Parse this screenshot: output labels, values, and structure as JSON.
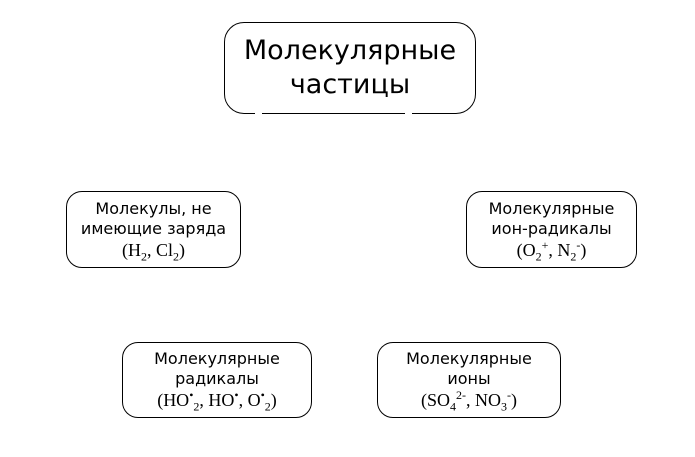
{
  "diagram": {
    "root": {
      "lines": [
        "Молекулярные",
        "частицы"
      ]
    },
    "nodes": [
      {
        "lines": [
          "Молекулы, не",
          "имеющие заряда"
        ],
        "formula": {
          "open": "(",
          "p1": "H",
          "s1": "2",
          "sep": ", ",
          "p2": "Cl",
          "s2": "2",
          "close": ")"
        }
      },
      {
        "lines": [
          "Молекулярные",
          "ион-радикалы"
        ],
        "formula": {
          "open": "(",
          "p1": "O",
          "s1": "2",
          "q1": "+",
          "sep": ", ",
          "p2": "N",
          "s2": "2",
          "q2": "-",
          "close": ")"
        }
      },
      {
        "lines": [
          "Молекулярные",
          "радикалы"
        ],
        "formula": {
          "open": "(",
          "p1": "HO",
          "r1": "•",
          "s1": "2",
          "sep1": ", ",
          "p2": "HO",
          "r2": "•",
          "sep2": ", ",
          "p3": "O",
          "r3": "•",
          "s3": "2",
          "close": ")"
        }
      },
      {
        "lines": [
          "Молекулярные",
          "ионы"
        ],
        "formula": {
          "open": "(",
          "p1": "SO",
          "s1": "4",
          "q1": "2-",
          "sep": ", ",
          "p2": "NO",
          "s2": "3",
          "q2": "-",
          "close": ")"
        }
      }
    ]
  }
}
